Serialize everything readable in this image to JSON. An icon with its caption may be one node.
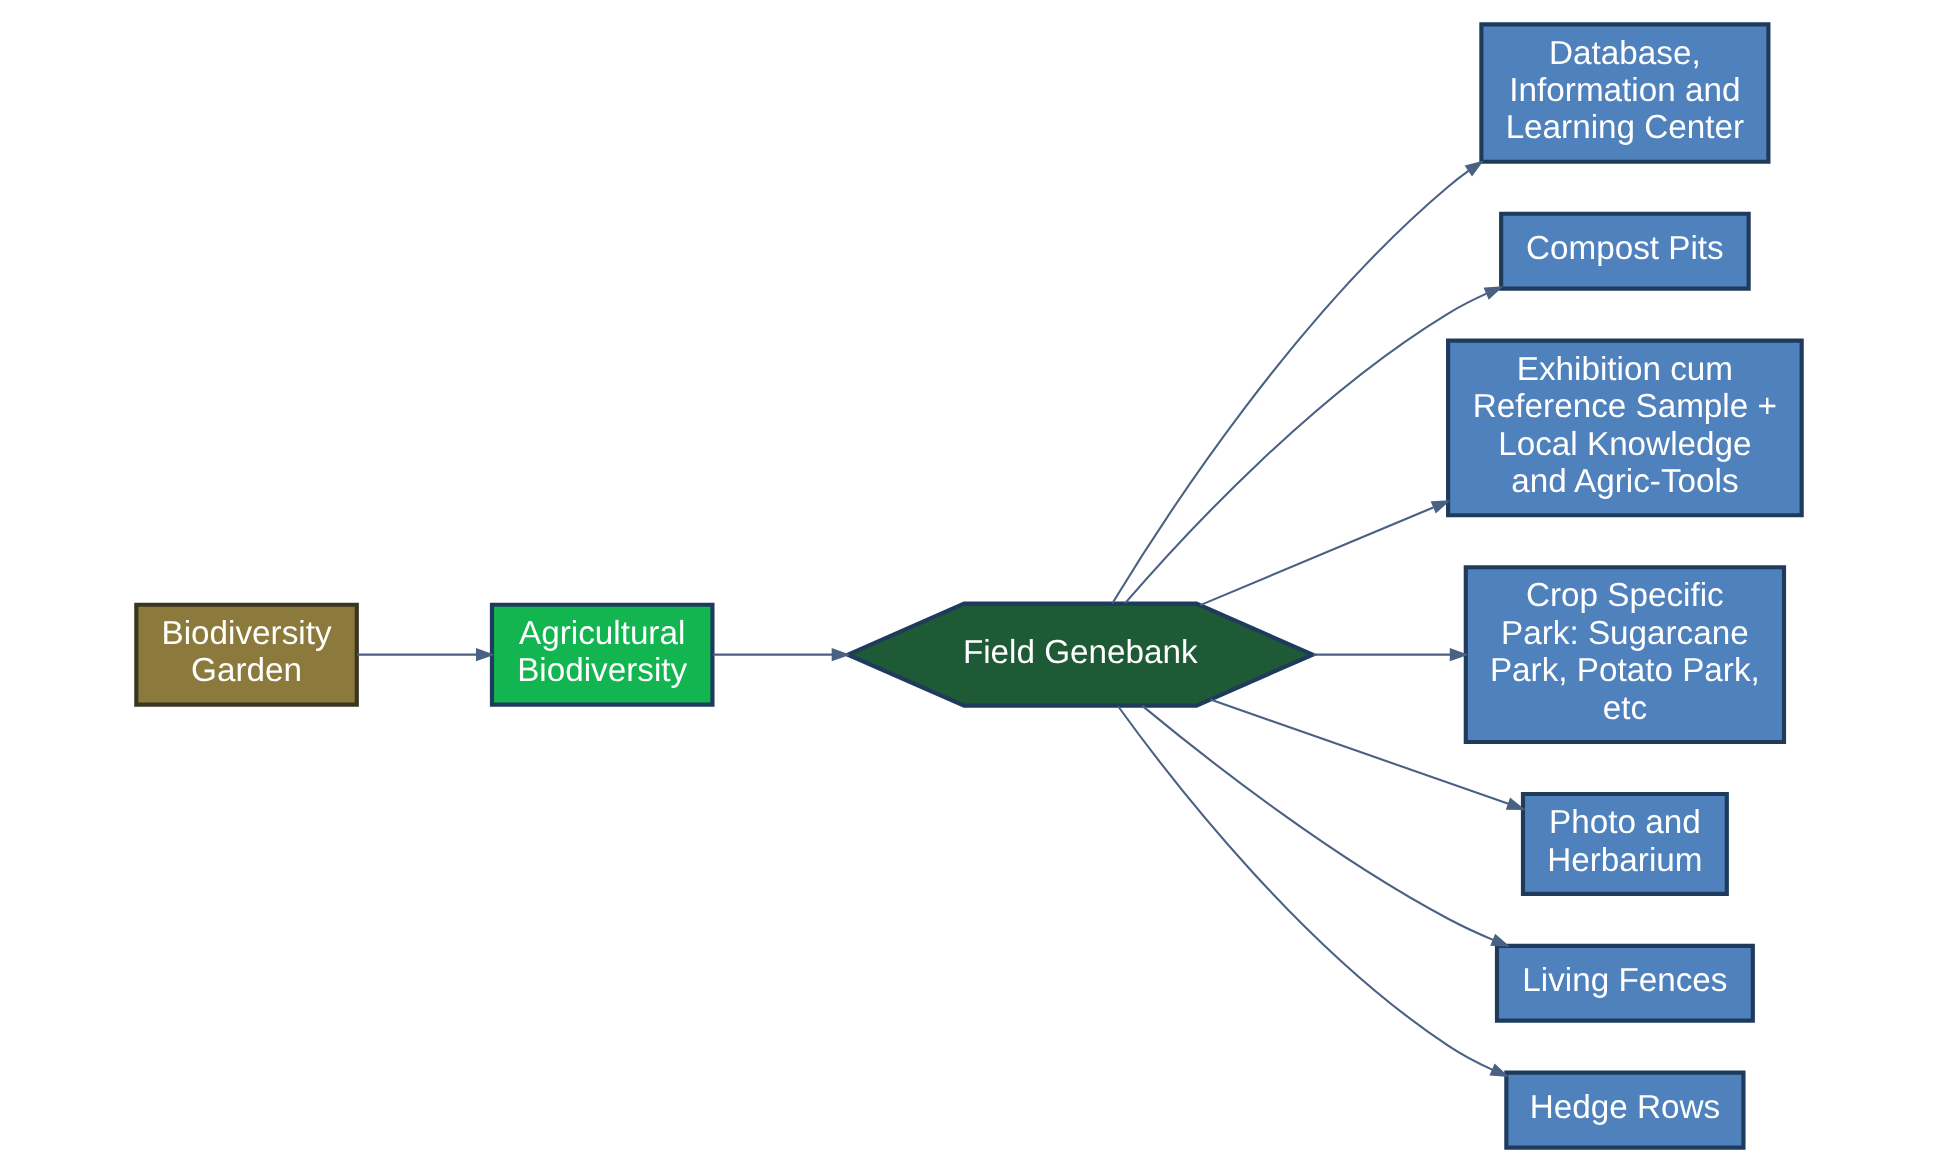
{
  "diagram": {
    "nodes": [
      {
        "text": [
          "Biodiversity Garden"
        ]
      },
      {
        "text": [
          "Database, Information and Learning Center"
        ]
      },
      {
        "text": [
          "Compost Pits"
        ]
      },
      {
        "text": [
          "Exhibition cum Reference Sample + Local Knowledge and Agric-Tools"
        ]
      },
      {
        "text": [
          "Agricultural Biodiversity"
        ]
      },
      {
        "text": [
          "Field Genebank"
        ]
      },
      {
        "text": [
          "Crop Specific Park: Sugarcane Park, Potato Park, etc"
        ]
      },
      {
        "text": [
          "Photo and Herbarium"
        ]
      },
      {
        "text": [
          "Living Fences"
        ]
      },
      {
        "text": [
          "Hedge Rows"
        ]
      }
    ],
    "edges": [
      {
        "from": 0,
        "to": 4,
        "arrow": "to"
      },
      {
        "from": 4,
        "to": 5,
        "arrow": "to"
      },
      {
        "from": 5,
        "to": 1,
        "arrow": "to"
      },
      {
        "from": 5,
        "to": 2,
        "arrow": "to"
      },
      {
        "from": 5,
        "to": 3,
        "arrow": "to"
      },
      {
        "from": 5,
        "to": 6,
        "arrow": "to"
      },
      {
        "from": 5,
        "to": 7,
        "arrow": "to"
      },
      {
        "from": 5,
        "to": 8,
        "arrow": "to"
      },
      {
        "from": 5,
        "to": 9,
        "arrow": "to"
      }
    ]
  }
}
